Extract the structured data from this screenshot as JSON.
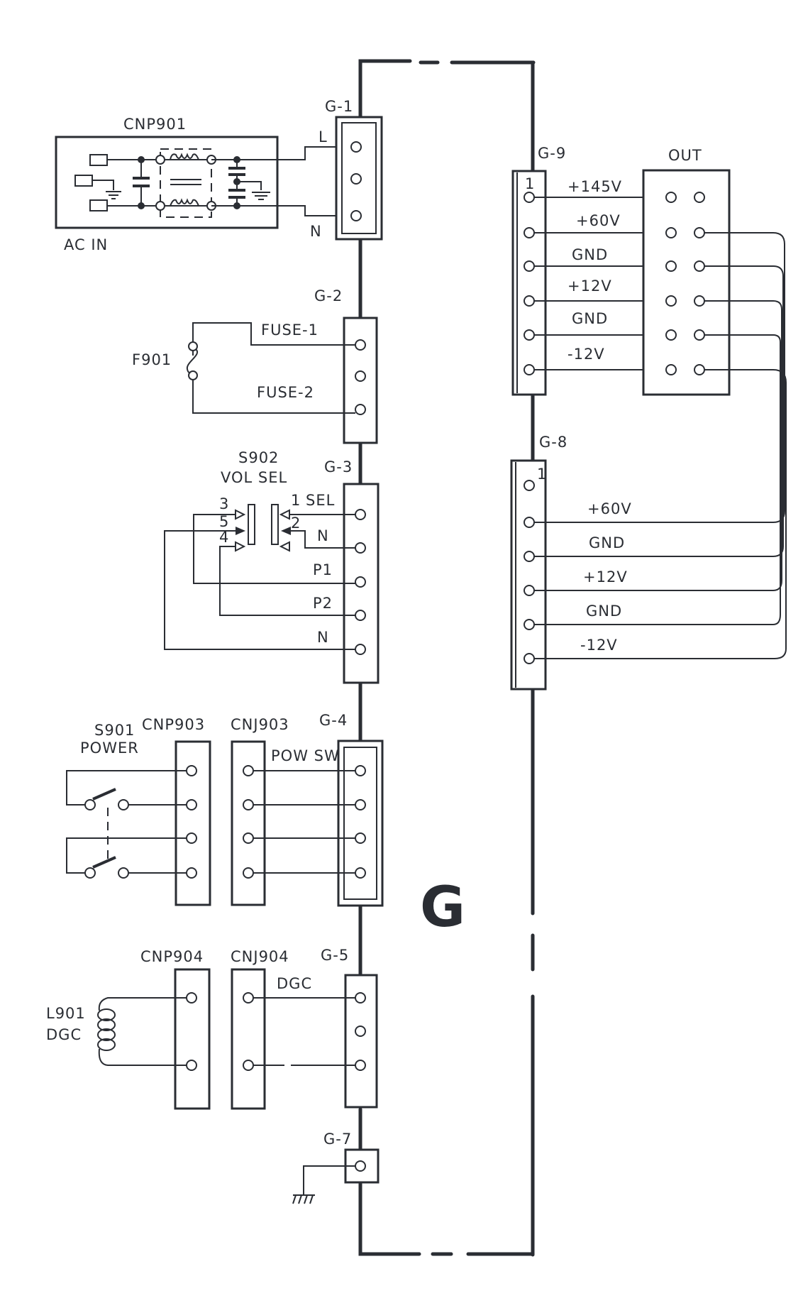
{
  "board": {
    "name": "G"
  },
  "input": {
    "connector": "CNP901",
    "label": "AC IN"
  },
  "connectors": {
    "g1": {
      "name": "G-1",
      "pins": [
        "L",
        "",
        "N"
      ]
    },
    "g2": {
      "name": "G-2",
      "pins": [
        "FUSE-1",
        "",
        "FUSE-2"
      ]
    },
    "g3": {
      "name": "G-3",
      "pins": [
        "SEL",
        "N",
        "P1",
        "P2",
        "N"
      ]
    },
    "g4": {
      "name": "G-4",
      "pins": [
        "POW SW",
        "",
        "",
        ""
      ]
    },
    "g5": {
      "name": "G-5",
      "pins": [
        "DGC",
        "",
        ""
      ]
    },
    "g7": {
      "name": "G-7"
    },
    "g8": {
      "name": "G-8",
      "pin1": "1",
      "pins": [
        "+60V",
        "GND",
        "+12V",
        "GND",
        "-12V"
      ]
    },
    "g9": {
      "name": "G-9",
      "pin1": "1",
      "pins": [
        "+145V",
        "+60V",
        "GND",
        "+12V",
        "GND",
        "-12V"
      ]
    },
    "out": {
      "name": "OUT"
    },
    "cnp903": {
      "name": "CNP903"
    },
    "cnj903": {
      "name": "CNJ903"
    },
    "cnp904": {
      "name": "CNP904"
    },
    "cnj904": {
      "name": "CNJ904"
    }
  },
  "components": {
    "fuse": {
      "ref": "F901"
    },
    "vol_sel": {
      "ref": "S902",
      "label": "VOL SEL",
      "pins": [
        "3",
        "5",
        "4",
        "1",
        "2"
      ]
    },
    "power": {
      "ref": "S901",
      "label": "POWER"
    },
    "coil": {
      "ref": "L901",
      "label": "DGC"
    }
  }
}
